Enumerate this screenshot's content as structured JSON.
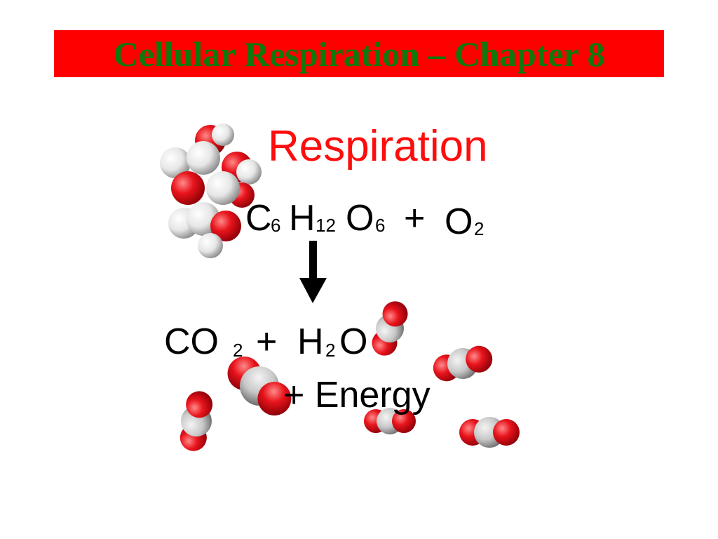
{
  "slide": {
    "title": "Cellular Respiration – Chapter 8"
  },
  "diagram": {
    "heading": "Respiration",
    "reactants": {
      "glucose": {
        "c": "C",
        "c_sub": "6",
        "h": "H",
        "h_sub": "12",
        "o": "O",
        "o_sub": "6"
      },
      "plus": "+",
      "oxygen": {
        "o": "O",
        "o_sub": "2"
      }
    },
    "products": {
      "co2": {
        "co": "CO",
        "co_sub": "2"
      },
      "plus1": "+",
      "h2o": {
        "h": "H",
        "h_sub": "2",
        "o": "O"
      },
      "energy": "+ Energy"
    }
  },
  "colors": {
    "title_bar": "#fe0000",
    "title_text": "#0e7a0e",
    "heading": "#fe0d0d",
    "oxygen_atom": "#e8141c",
    "hydrogen_atom": "#e6e6e6",
    "carbon_atom": "#c8c8c8"
  }
}
